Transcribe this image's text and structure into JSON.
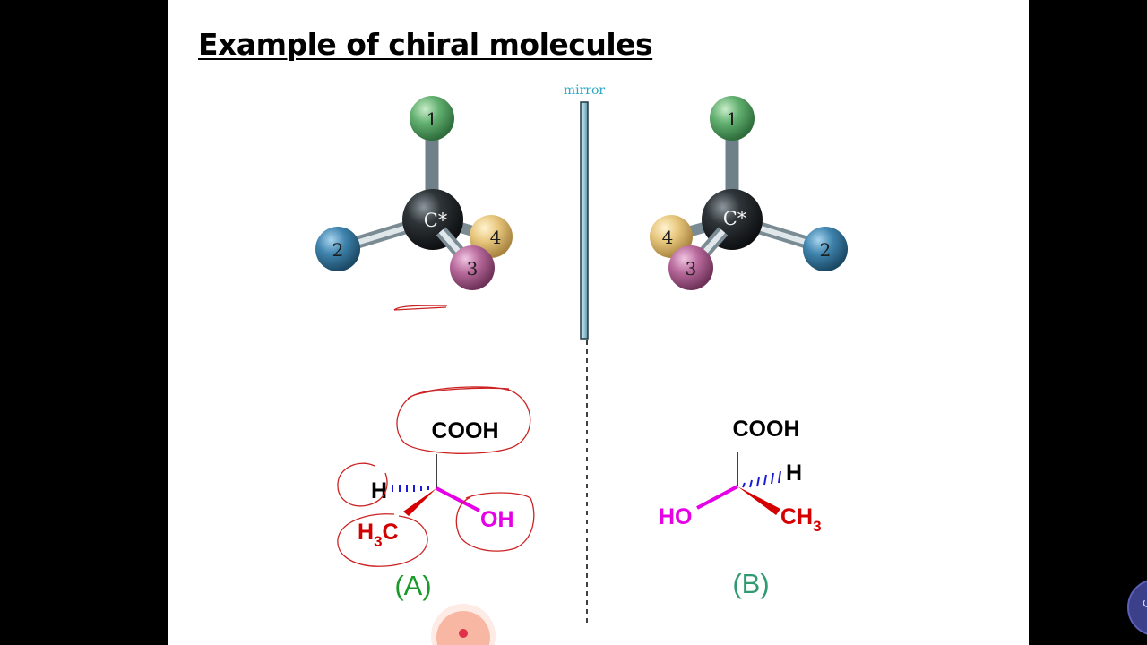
{
  "slide": {
    "title": "Example of chiral molecules",
    "mirror_label": "mirror",
    "center_atom_label": "C*",
    "left_model": {
      "substituents": [
        "1",
        "2",
        "3",
        "4"
      ]
    },
    "right_model": {
      "substituents": [
        "1",
        "2",
        "3",
        "4"
      ]
    },
    "structure_a": {
      "top": "COOH",
      "hashed": "H",
      "wedge_main": "H",
      "wedge_sub": "3",
      "wedge_tail": "C",
      "right_group": "OH",
      "caption": "(A)"
    },
    "structure_b": {
      "top": "COOH",
      "hashed": "H",
      "left_group": "HO",
      "wedge_main": "CH",
      "wedge_sub": "3",
      "caption": "(B)"
    }
  },
  "colors": {
    "atom_1": "#5fae6e",
    "atom_2": "#3f84ae",
    "atom_3": "#b86a9c",
    "atom_4": "#e8c77e",
    "carbon": "#2a2f33",
    "magenta": "#e600e6",
    "red": "#d40000",
    "green_caption": "#1a9a2a",
    "teal_caption": "#2e9a70",
    "annotation": "#cc2222"
  },
  "side_widget": {
    "icon": "arrow-icon"
  }
}
